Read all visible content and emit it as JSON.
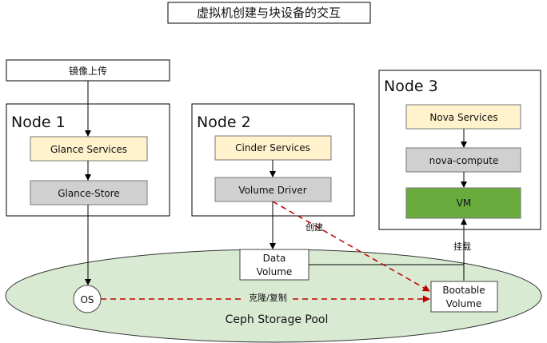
{
  "title": "虚拟机创建与块设备的交互",
  "upload_label": "镜像上传",
  "node1": {
    "title": "Node 1",
    "glance_services": "Glance Services",
    "glance_store": "Glance-Store"
  },
  "node2": {
    "title": "Node 2",
    "cinder_services": "Cinder Services",
    "volume_driver": "Volume Driver"
  },
  "node3": {
    "title": "Node 3",
    "nova_services": "Nova Services",
    "nova_compute": "nova-compute",
    "vm": "VM"
  },
  "pool": {
    "label": "Ceph Storage Pool",
    "os": "OS",
    "data_volume_line1": "Data",
    "data_volume_line2": "Volume",
    "bootable_volume_line1": "Bootable",
    "bootable_volume_line2": "Volume"
  },
  "edges": {
    "create": "创建",
    "mount": "挂载",
    "clone_copy": "克隆/复制"
  },
  "colors": {
    "service_fill": "#FFF2CC",
    "gray_fill": "#D0D0D0",
    "vm_fill": "#6AAB3E",
    "pool_fill": "#D9EAD3",
    "dashed_red": "#C00000"
  }
}
